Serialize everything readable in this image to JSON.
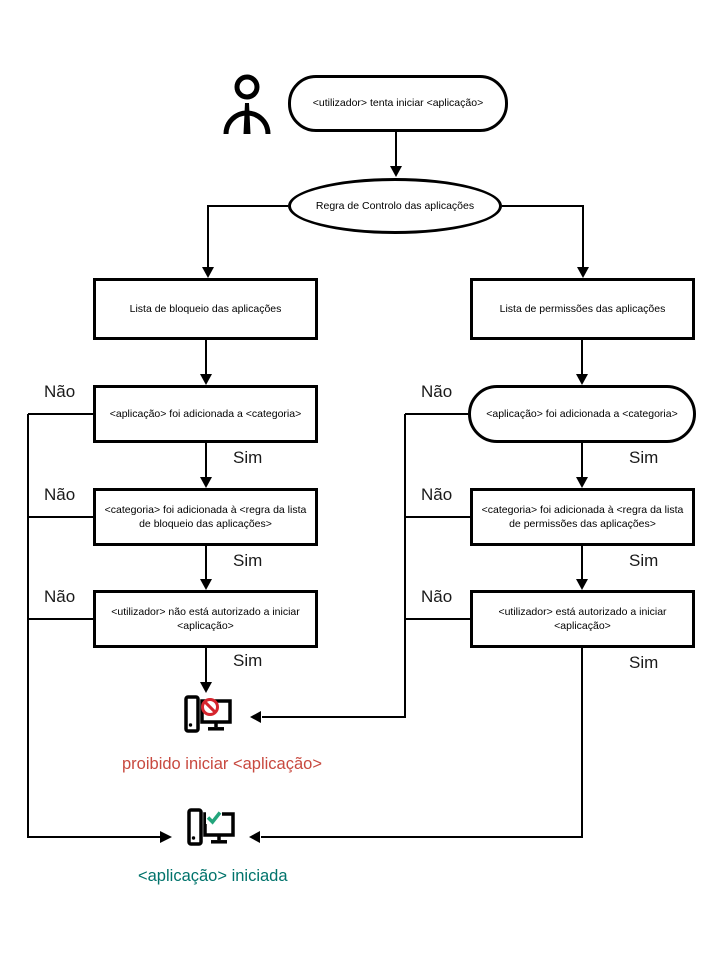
{
  "labels": {
    "yes": "Sim",
    "no": "Não"
  },
  "nodes": {
    "start": "<utilizador> tenta iniciar <aplicação>",
    "rule": "Regra de Controlo das aplicações",
    "blocklist": "Lista de bloqueio das aplicações",
    "allowlist": "Lista de permissões das aplicações",
    "block_app_added": "<aplicação> foi adicionada a <categoria>",
    "allow_app_added": "<aplicação> foi adicionada a <categoria>",
    "block_category_added": "<categoria> foi adicionada à <regra da lista de bloqueio das aplicações>",
    "allow_category_added": "<categoria> foi adicionada à <regra da lista de permissões das aplicações>",
    "block_user_not_authorized": "<utilizador> não está autorizado a iniciar <aplicação>",
    "allow_user_authorized": "<utilizador> está autorizado a iniciar <aplicação>"
  },
  "outcomes": {
    "blocked": "proibido iniciar <aplicação>",
    "started": "<aplicação> iniciada"
  },
  "icons": {
    "user": "user-icon",
    "blocked": "computer-blocked-icon",
    "started": "computer-started-icon"
  },
  "colors": {
    "line": "#000000",
    "blocked_text": "#C8493F",
    "started_text": "#00736B",
    "prohibit_sign": "#D6252E",
    "check_sign": "#23A57C"
  }
}
